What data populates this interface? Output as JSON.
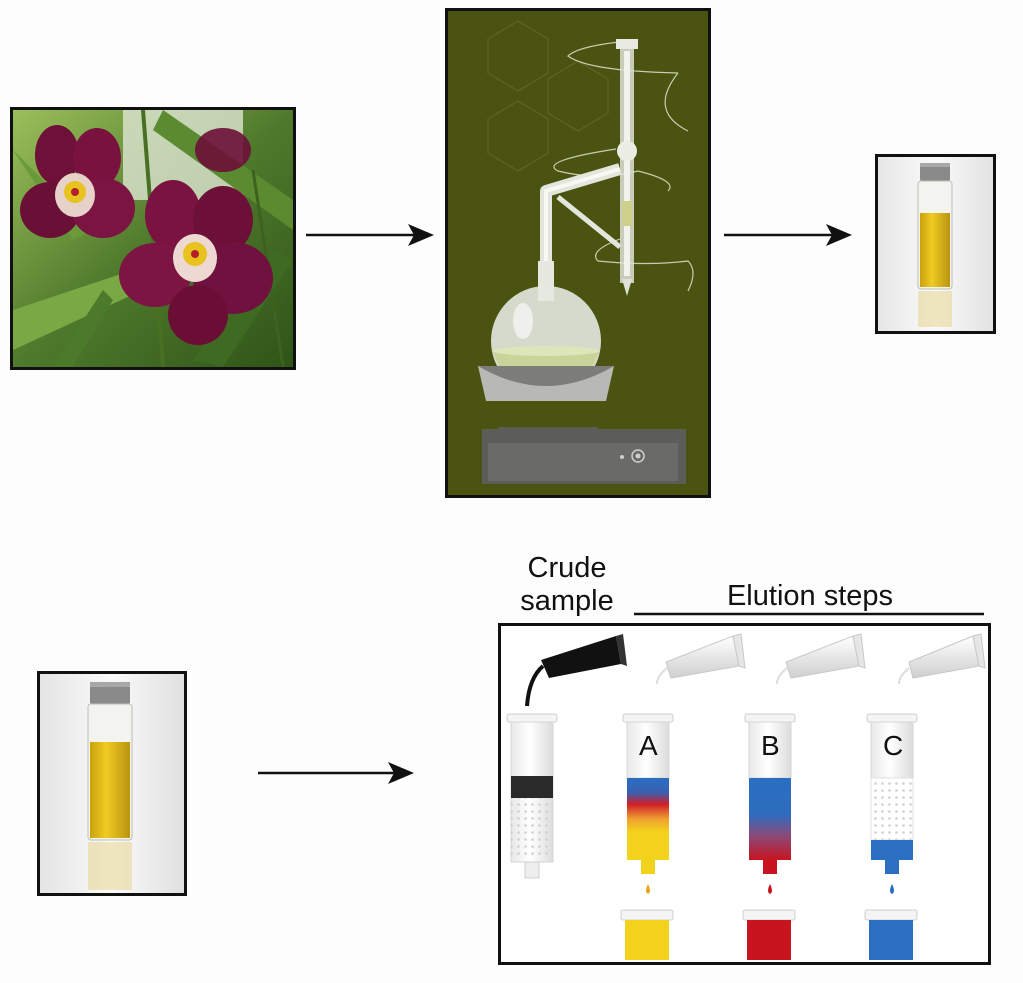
{
  "labels": {
    "crude_line1": "Crude",
    "crude_line2": "sample",
    "elution_steps": "Elution steps",
    "column_a": "A",
    "column_b": "B",
    "column_c": "C"
  },
  "icons": [
    "orchid-photo",
    "distillation-apparatus",
    "oil-vial",
    "arrow-right",
    "sample-cartridge",
    "pipette",
    "collection-vial"
  ],
  "colors": {
    "apparatus_bg": "#4a5410",
    "oil": "#e8c41a",
    "fraction_a": "#f2d21c",
    "fraction_b": "#c8141e",
    "fraction_c": "#2a6fc2",
    "crude_band": "#2a2a2a"
  }
}
